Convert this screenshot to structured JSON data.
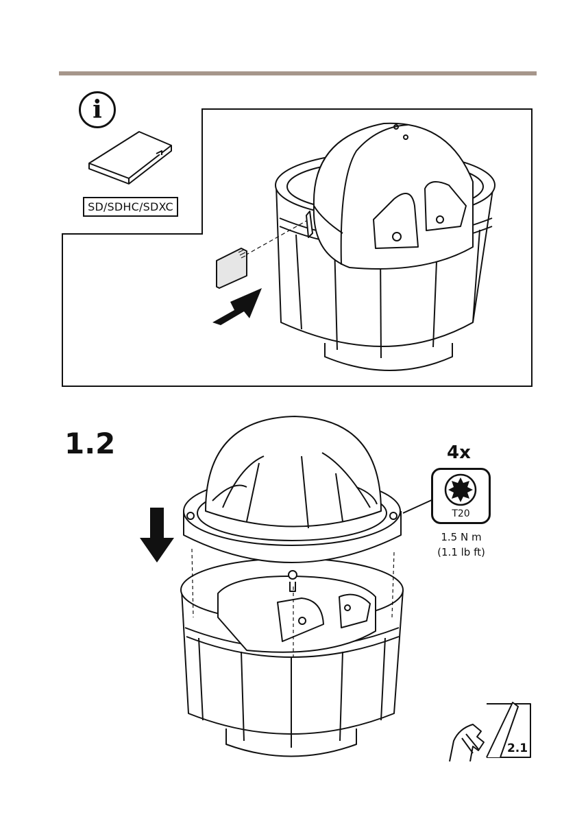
{
  "card_label": "SD/SDHC/SDXC",
  "info_symbol": "i",
  "step_number": "1.2",
  "screw_quantity": "4x",
  "tool_type": "T20",
  "torque_lines": [
    "1.5 N m",
    "(1.1 lb ft)"
  ],
  "continue_reference": "2.1",
  "colors": {
    "rule": "#a6968b",
    "line": "#111111"
  },
  "icons": [
    "info-icon",
    "sd-card-icon",
    "push-arrow-icon",
    "down-arrow-icon",
    "torx-icon",
    "page-turn-icon"
  ]
}
